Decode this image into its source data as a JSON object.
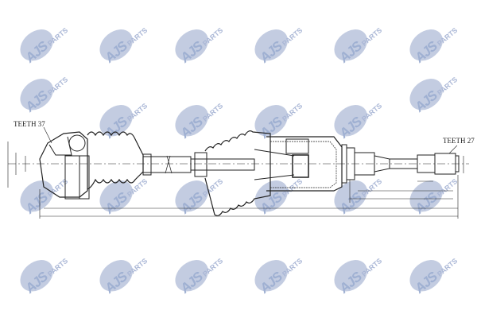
{
  "diagram": {
    "left_label": "TEETH 37",
    "right_label": "TEETH 27"
  },
  "watermark": {
    "brand": "AJS",
    "sub": "PARTS"
  },
  "colors": {
    "watermark": "#b9c3dc",
    "line": "#222222"
  }
}
